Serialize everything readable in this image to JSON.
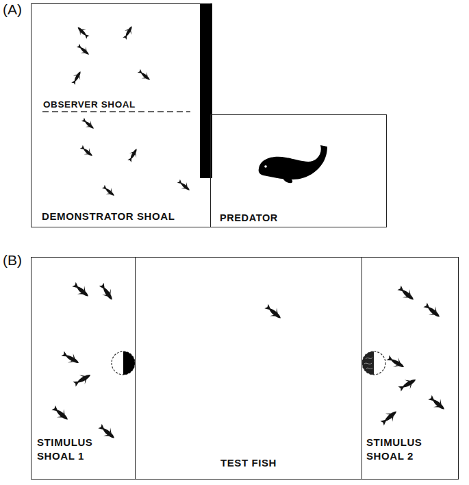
{
  "diagram": {
    "nodes": [
      {
        "text": [
          "OBSERVER SHOAL"
        ]
      },
      {
        "text": [
          "DEMONSTRATOR SHOAL"
        ]
      },
      {
        "text": [
          "PREDATOR"
        ]
      },
      {
        "text": [
          "STIMULUS SHOAL 1"
        ]
      },
      {
        "text": [
          "TEST FISH"
        ]
      },
      {
        "text": [
          "STIMULUS SHOAL 2"
        ]
      }
    ],
    "labels": [
      "(A)",
      "(B)"
    ]
  }
}
